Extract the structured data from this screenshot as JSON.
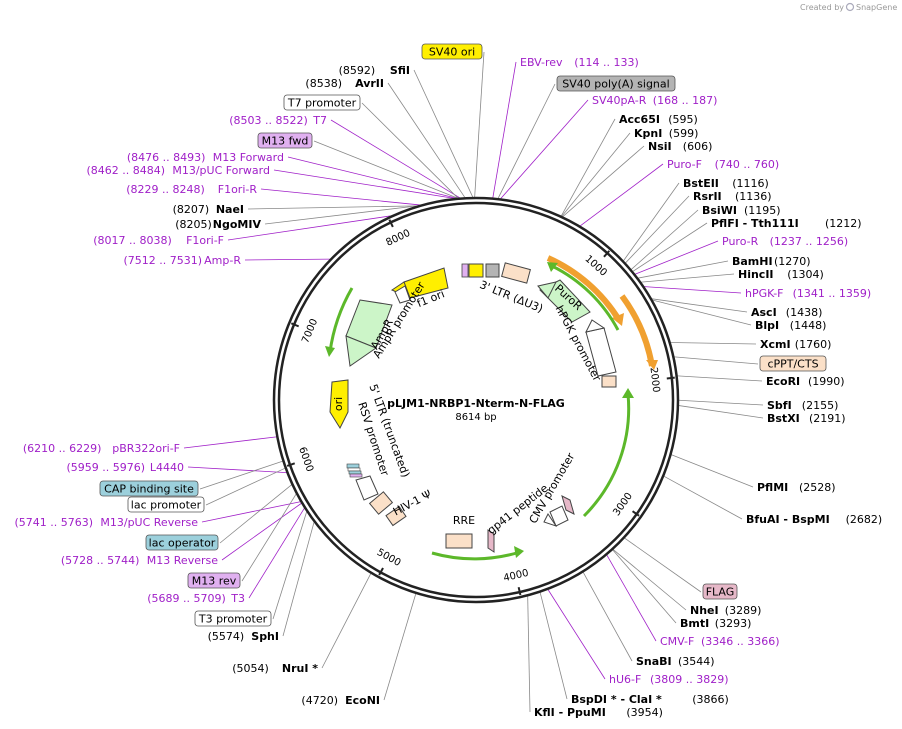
{
  "credit": {
    "prefix": "Created by",
    "brand": "SnapGene"
  },
  "plasmid": {
    "name": "pLJM1-NRBP1-Nterm-N-FLAG",
    "length": "8614 bp"
  },
  "tick_labels": [
    "1000",
    "2000",
    "3000",
    "4000",
    "5000",
    "6000",
    "7000",
    "8000"
  ],
  "enzymes": [
    {
      "pos": "(8592)",
      "name": "SfiI"
    },
    {
      "pos": "(8538)",
      "name": "AvrII"
    },
    {
      "pos": "(8207)",
      "name": "NaeI"
    },
    {
      "pos": "(8205)",
      "name": "NgoMIV"
    },
    {
      "pos": "(595)",
      "name": "Acc65I"
    },
    {
      "pos": "(599)",
      "name": "KpnI"
    },
    {
      "pos": "(606)",
      "name": "NsiI"
    },
    {
      "pos": "(1116)",
      "name": "BstEII"
    },
    {
      "pos": "(1136)",
      "name": "RsrII"
    },
    {
      "pos": "(1195)",
      "name": "BsiWI"
    },
    {
      "pos": "(1212)",
      "name": "PflFI - Tth111I"
    },
    {
      "pos": "(1270)",
      "name": "BamHI"
    },
    {
      "pos": "(1304)",
      "name": "HincII"
    },
    {
      "pos": "(1438)",
      "name": "AscI"
    },
    {
      "pos": "(1448)",
      "name": "BlpI"
    },
    {
      "pos": "(1760)",
      "name": "XcmI"
    },
    {
      "pos": "(1990)",
      "name": "EcoRI"
    },
    {
      "pos": "(2155)",
      "name": "SbfI"
    },
    {
      "pos": "(2191)",
      "name": "BstXI"
    },
    {
      "pos": "(2528)",
      "name": "PflMI"
    },
    {
      "pos": "(2682)",
      "name": "BfuAI - BspMI"
    },
    {
      "pos": "(3289)",
      "name": "NheI"
    },
    {
      "pos": "(3293)",
      "name": "BmtI"
    },
    {
      "pos": "(3544)",
      "name": "SnaBI"
    },
    {
      "pos": "(3866)",
      "name": "BspDI * - ClaI *"
    },
    {
      "pos": "(3954)",
      "name": "KflI - PpuMI"
    },
    {
      "pos": "(4720)",
      "name": "EcoNI"
    },
    {
      "pos": "(5054)",
      "name": "NruI *"
    },
    {
      "pos": "(5574)",
      "name": "SphI"
    }
  ],
  "primers": [
    {
      "range": "(8503 .. 8522)",
      "name": "T7"
    },
    {
      "range": "(8476 .. 8493)",
      "name": "M13 Forward"
    },
    {
      "range": "(8462 .. 8484)",
      "name": "M13/pUC Forward"
    },
    {
      "range": "(8229 .. 8248)",
      "name": "F1ori-R"
    },
    {
      "range": "(8017 .. 8038)",
      "name": "F1ori-F"
    },
    {
      "range": "(7512 .. 7531)",
      "name": "Amp-R"
    },
    {
      "range": "(114 .. 133)",
      "name": "EBV-rev"
    },
    {
      "range": "(168 .. 187)",
      "name": "SV40pA-R"
    },
    {
      "range": "(740 .. 760)",
      "name": "Puro-F"
    },
    {
      "range": "(1237 .. 1256)",
      "name": "Puro-R"
    },
    {
      "range": "(1341 .. 1359)",
      "name": "hPGK-F"
    },
    {
      "range": "(6210 .. 6229)",
      "name": "pBR322ori-F"
    },
    {
      "range": "(5959 .. 5976)",
      "name": "L4440"
    },
    {
      "range": "(5741 .. 5763)",
      "name": "M13/pUC Reverse"
    },
    {
      "range": "(5728 .. 5744)",
      "name": "M13 Reverse"
    },
    {
      "range": "(5689 .. 5709)",
      "name": "T3"
    },
    {
      "range": "(3346 .. 3366)",
      "name": "CMV-F"
    },
    {
      "range": "(3809 .. 3829)",
      "name": "hU6-F"
    }
  ],
  "boxed_features": [
    {
      "label": "SV40 ori",
      "color": "#ffef00"
    },
    {
      "label": "SV40 poly(A) signal",
      "color": "#b4b4b4"
    },
    {
      "label": "T7 promoter",
      "color": "#ffffff"
    },
    {
      "label": "M13 fwd",
      "color": "#e0b0f0"
    },
    {
      "label": "cPPT/CTS",
      "color": "#fbe0c8"
    },
    {
      "label": "CAP binding site",
      "color": "#9cd0dc"
    },
    {
      "label": "lac promoter",
      "color": "#ffffff"
    },
    {
      "label": "lac operator",
      "color": "#9cd0dc"
    },
    {
      "label": "M13 rev",
      "color": "#e0b0f0"
    },
    {
      "label": "T3 promoter",
      "color": "#ffffff"
    },
    {
      "label": "FLAG",
      "color": "#e6b8c8"
    }
  ],
  "features": [
    {
      "label": "f1 ori"
    },
    {
      "label": "AmpR"
    },
    {
      "label": "AmpR promoter"
    },
    {
      "label": "ori"
    },
    {
      "label": "3' LTR (ΔU3)"
    },
    {
      "label": "PuroR"
    },
    {
      "label": "hPGK promoter"
    },
    {
      "label": "5' LTR (truncated)"
    },
    {
      "label": "RSV promoter"
    },
    {
      "label": "HIV-1 Ψ"
    },
    {
      "label": "RRE"
    },
    {
      "label": "gp41 peptide"
    },
    {
      "label": "CMV promoter"
    }
  ],
  "colors": {
    "enzyme_line": "#888888",
    "primer": "#a020c8",
    "backbone": "#222222",
    "ori": "#ffef00",
    "resistance": "#ccf5c8",
    "promoter": "#ffffff",
    "ltr": "#fbe0c8",
    "cds_orange": "#f0a030",
    "cds_green": "#5cb82a"
  }
}
